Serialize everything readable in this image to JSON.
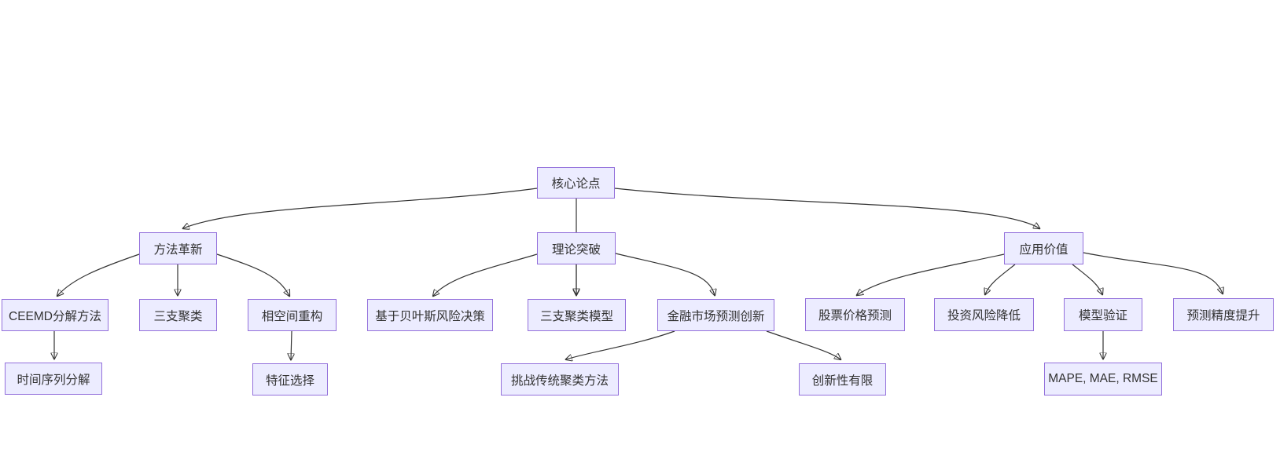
{
  "diagram": {
    "type": "flowchart-mindmap",
    "background_color": "#ffffff",
    "node_fill_color": "#ECECFF",
    "node_border_color": "#9370DB",
    "text_color": "#333333",
    "edge_color": "#333333",
    "nodes": {
      "root": {
        "label": "核心论点"
      },
      "method": {
        "label": "方法革新"
      },
      "theory": {
        "label": "理论突破"
      },
      "application": {
        "label": "应用价值"
      },
      "ceemd": {
        "label": "CEEMD分解方法"
      },
      "three_way": {
        "label": "三支聚类"
      },
      "phase_space": {
        "label": "相空间重构"
      },
      "bayes": {
        "label": "基于贝叶斯风险决策"
      },
      "twc_model": {
        "label": "三支聚类模型"
      },
      "finance_innovation": {
        "label": "金融市场预测创新"
      },
      "stock_prediction": {
        "label": "股票价格预测"
      },
      "risk_reduction": {
        "label": "投资风险降低"
      },
      "model_validation": {
        "label": "模型验证"
      },
      "accuracy": {
        "label": "预测精度提升"
      },
      "time_series": {
        "label": "时间序列分解"
      },
      "feature_selection": {
        "label": "特征选择"
      },
      "challenge": {
        "label": "挑战传统聚类方法"
      },
      "limited_innovation": {
        "label": "创新性有限"
      },
      "metrics": {
        "label": "MAPE, MAE, RMSE"
      }
    },
    "edges": [
      {
        "from": "root",
        "to": "method"
      },
      {
        "from": "root",
        "to": "theory"
      },
      {
        "from": "root",
        "to": "application"
      },
      {
        "from": "method",
        "to": "ceemd"
      },
      {
        "from": "method",
        "to": "three_way"
      },
      {
        "from": "method",
        "to": "phase_space"
      },
      {
        "from": "theory",
        "to": "bayes"
      },
      {
        "from": "theory",
        "to": "twc_model"
      },
      {
        "from": "theory",
        "to": "finance_innovation"
      },
      {
        "from": "application",
        "to": "stock_prediction"
      },
      {
        "from": "application",
        "to": "risk_reduction"
      },
      {
        "from": "application",
        "to": "model_validation"
      },
      {
        "from": "application",
        "to": "accuracy"
      },
      {
        "from": "ceemd",
        "to": "time_series"
      },
      {
        "from": "phase_space",
        "to": "feature_selection"
      },
      {
        "from": "finance_innovation",
        "to": "challenge"
      },
      {
        "from": "finance_innovation",
        "to": "limited_innovation"
      },
      {
        "from": "model_validation",
        "to": "metrics"
      }
    ]
  }
}
